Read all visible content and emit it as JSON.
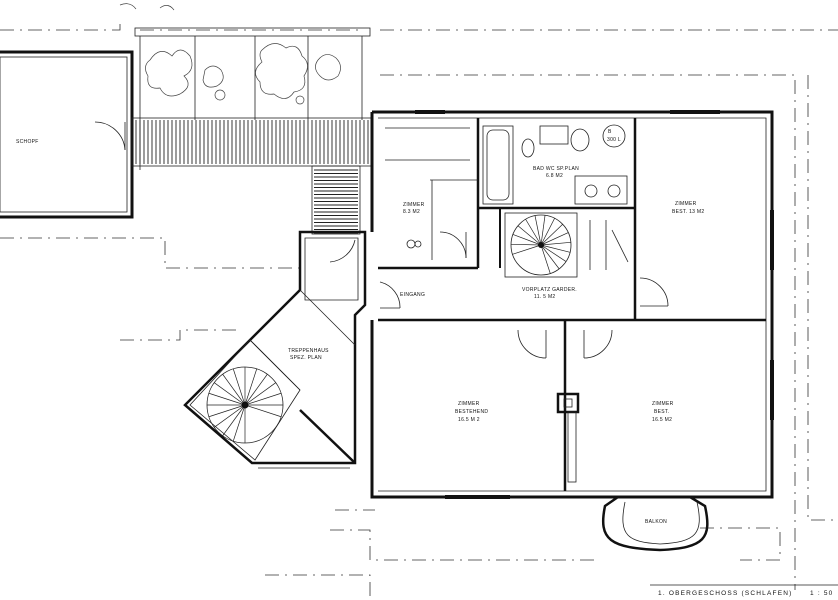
{
  "rooms": {
    "schopf": "SCHOPF",
    "zimmer_small": [
      "ZIMMER",
      "8.3 M2"
    ],
    "bad": [
      "BAD WC  SP.PLAN",
      "6.8 M2"
    ],
    "boiler": [
      "B",
      "300 L"
    ],
    "zimmer_best_13": [
      "ZIMMER",
      "BEST.  13 M2"
    ],
    "vorplatz": [
      "VORPLATZ  GARDER.",
      "11. 5 M2"
    ],
    "eingang": "EINGANG",
    "treppenhaus": [
      "TREPPENHAUS",
      "SPEZ. PLAN"
    ],
    "zimmer_bestehend": [
      "ZIMMER",
      "BESTEHEND",
      "16.5 M 2"
    ],
    "zimmer_best_16": [
      "ZIMMER",
      "BEST.",
      "16.5 M2"
    ],
    "balkon": "BALKON"
  },
  "title_block": {
    "floor": "1. OBERGESCHOSS  (SCHLAFEN)",
    "scale": "1 : 50"
  }
}
